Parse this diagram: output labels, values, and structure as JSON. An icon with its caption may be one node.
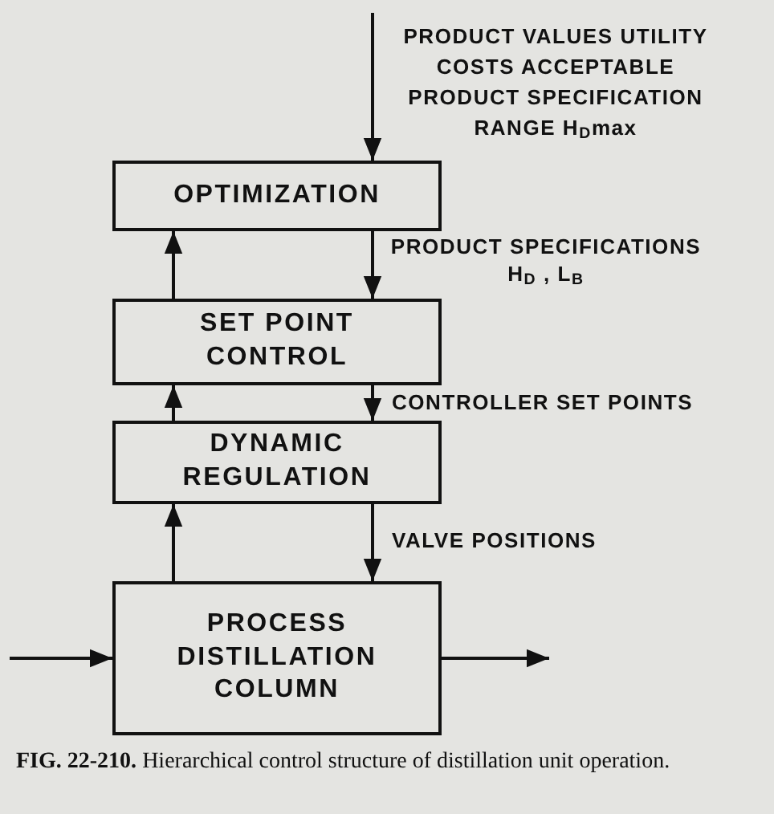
{
  "diagram": {
    "nodes": [
      {
        "text": [
          "OPTIMIZATION"
        ]
      },
      {
        "text": [
          "SET POINT CONTROL"
        ]
      },
      {
        "text": [
          "DYNAMIC REGULATION"
        ]
      },
      {
        "text": [
          "PROCESS DISTILLATION COLUMN"
        ]
      }
    ],
    "edges": [
      {
        "from": null,
        "to": 0,
        "arrow": "to",
        "label": "PRODUCT VALUES UTILITY COSTS ACCEPTABLE PRODUCT SPECIFICATION RANGE H$_{D}$max"
      },
      {
        "from": 0,
        "to": 1,
        "arrow": "to",
        "label": "PRODUCT SPECIFICATIONS H$_{D}$ , L$_{B}$"
      },
      {
        "from": 1,
        "to": 2,
        "arrow": "to",
        "label": "CONTROLLER SET POINTS"
      },
      {
        "from": 2,
        "to": 3,
        "arrow": "to",
        "label": "VALVE POSITIONS"
      },
      {
        "from": 1,
        "to": 0,
        "arrow": "to"
      },
      {
        "from": 2,
        "to": 1,
        "arrow": "to"
      },
      {
        "from": 3,
        "to": 2,
        "arrow": "to"
      },
      {
        "from": null,
        "to": 3,
        "arrow": "to"
      },
      {
        "from": 3,
        "to": null,
        "arrow": "to"
      }
    ],
    "caption": "**FIG. 22-210.** Hierarchical control structure of distillation unit operation."
  }
}
